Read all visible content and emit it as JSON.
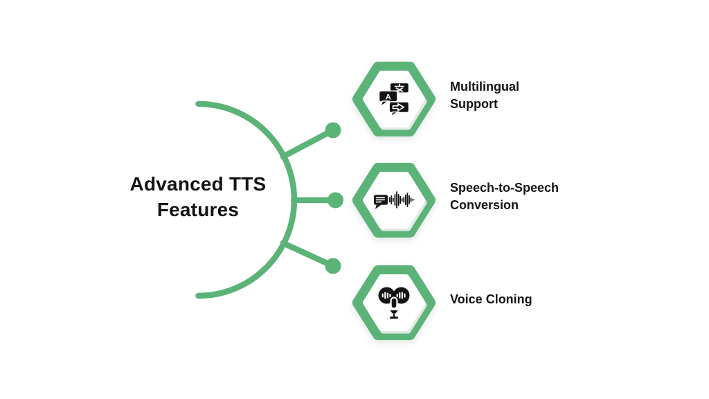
{
  "colors": {
    "accent": "#5BB378",
    "ink": "#131313",
    "background": "#FFFFFF",
    "hex_shadow": "#E3EAE5"
  },
  "title": {
    "text": "Advanced TTS Features",
    "lines": [
      "Advanced TTS",
      "Features"
    ]
  },
  "items": [
    {
      "label": "Multilingual Support",
      "lines": [
        "Multilingual",
        "Support"
      ],
      "icon": "translate-bubbles-icon",
      "glyph": "A"
    },
    {
      "label": "Speech-to-Speech Conversion",
      "lines": [
        "Speech-to-Speech",
        "Conversion"
      ],
      "icon": "speech-to-waveform-icon"
    },
    {
      "label": "Voice Cloning",
      "lines": [
        "Voice Cloning"
      ],
      "icon": "voice-cloning-microphone-icon"
    }
  ]
}
